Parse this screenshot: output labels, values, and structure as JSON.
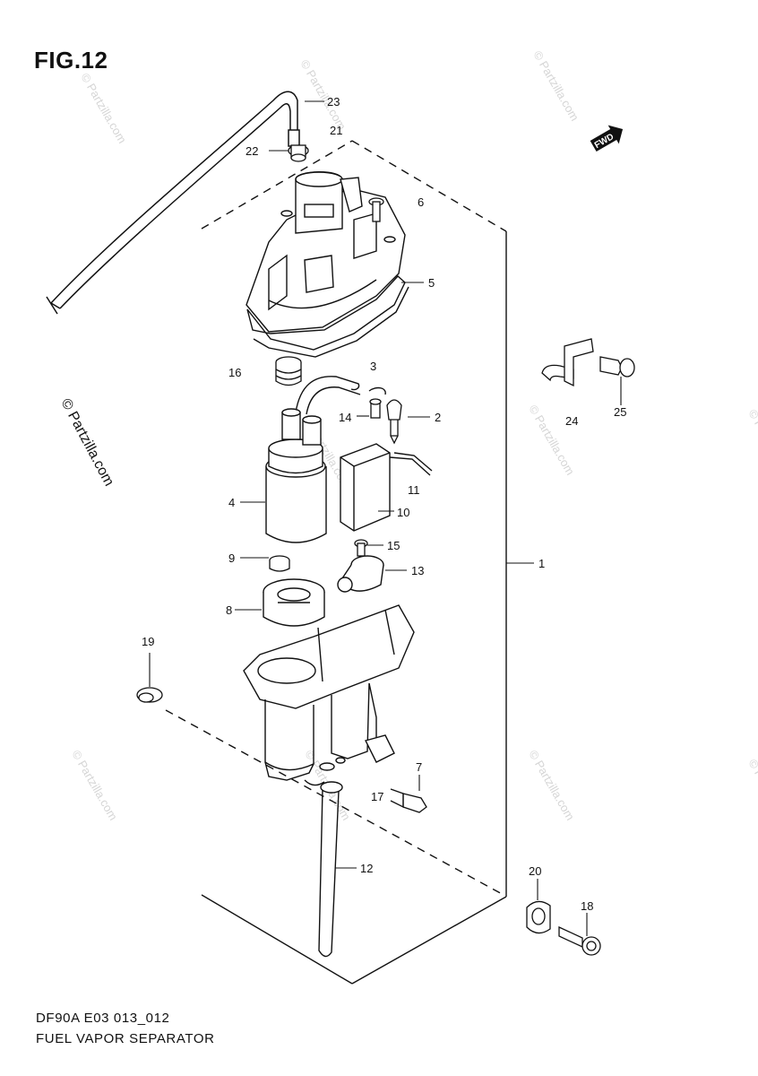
{
  "figure": {
    "title": "FIG.12",
    "code": "DF90A E03 013_012",
    "name": "FUEL VAPOR SEPARATOR"
  },
  "watermark": {
    "text": "© Partzilla.com",
    "color": "#d6d6d6"
  },
  "fwd_badge": "FWD",
  "callouts": [
    "1",
    "2",
    "3",
    "4",
    "5",
    "6",
    "7",
    "8",
    "9",
    "10",
    "11",
    "12",
    "13",
    "14",
    "15",
    "16",
    "17",
    "18",
    "19",
    "20",
    "21",
    "22",
    "23",
    "24",
    "25"
  ],
  "colors": {
    "line": "#111111",
    "background": "#ffffff"
  }
}
